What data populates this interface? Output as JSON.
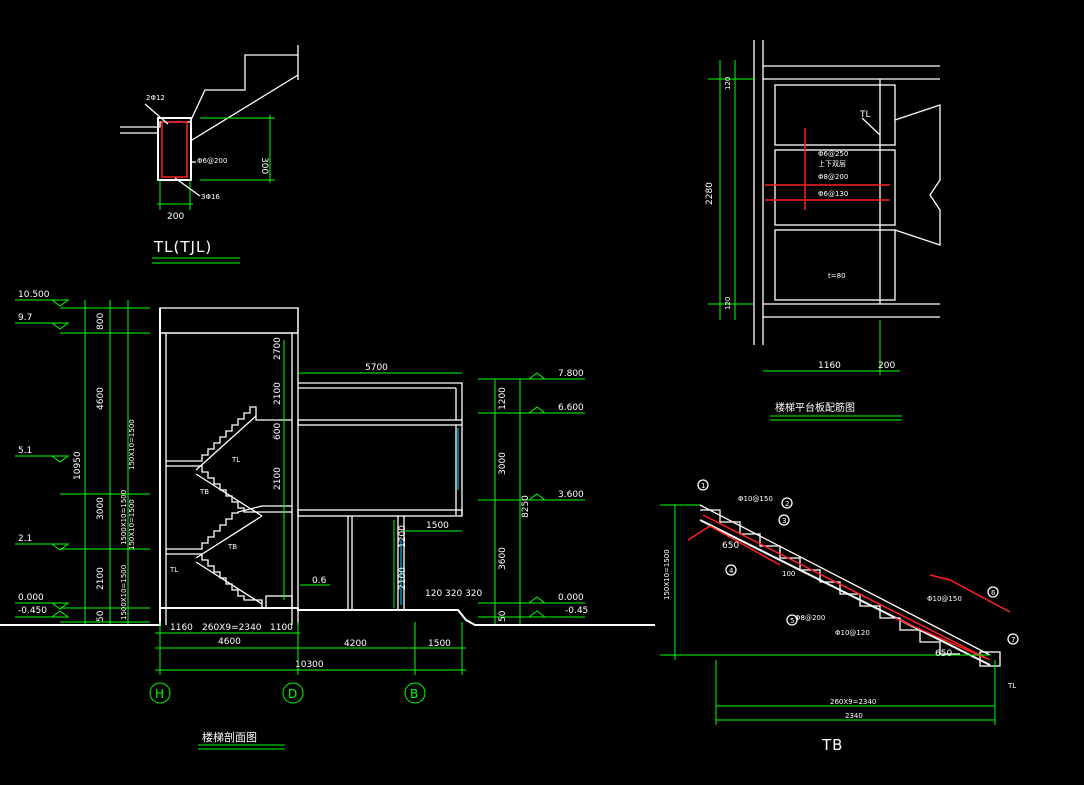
{
  "tl_detail": {
    "title": "TL(TJL)",
    "top_bar": "2Φ12",
    "stirrup": "Φ6@200",
    "bottom_bar": "3Φ16",
    "width": "200",
    "height": "300"
  },
  "section": {
    "title": "楼梯剖面图",
    "left_elevations": [
      "10.500",
      "9.7",
      "5.1",
      "2.1",
      "0.000",
      "-0.450"
    ],
    "right_elevations": [
      "7.800",
      "6.600",
      "3.600",
      "0.000",
      "-0.45"
    ],
    "left_dims": [
      "800",
      "4600",
      "3000",
      "2100",
      "50"
    ],
    "total_left": "10950",
    "right_dims": [
      "1200",
      "3000",
      "3600",
      "50"
    ],
    "total_right": "8250",
    "stair_texts": [
      "1500X10=1500",
      "1500X10=1500",
      "150X10=1500",
      "150X10=1500"
    ],
    "inner_dims": [
      "2700",
      "2100",
      "600",
      "2100"
    ],
    "width_5700": "5700",
    "dim_1500": "1500",
    "dim_1200": "1200",
    "dim_2100": "2100",
    "dim_06": "0.6",
    "bottom_row": [
      "1160",
      "260X9=2340",
      "1100"
    ],
    "bottom_mid": [
      "4600",
      "4200",
      "1500"
    ],
    "total_bottom": "10300",
    "dim_120_320_320": "120 320 320",
    "axes": [
      "H",
      "D",
      "B"
    ],
    "labels": [
      "TL",
      "TB",
      "TB",
      "TL"
    ]
  },
  "platform": {
    "title": "楼梯平台板配筋图",
    "tl_label": "TL",
    "rebar": [
      "Φ6@250",
      "上下双层",
      "Φ8@200",
      "Φ6@130"
    ],
    "thickness": "t=80",
    "dims": [
      "120",
      "2280",
      "120"
    ],
    "bottom": [
      "1160",
      "200"
    ]
  },
  "tb_detail": {
    "title": "TB",
    "rebar_top": "Φ10@150",
    "rebar_mid": "Φ8@200",
    "rebar_low": "Φ10@120",
    "rebar_end": "Φ10@150",
    "len1": "650",
    "len2": "650",
    "dim_100": "100",
    "height_text": "150X10=1500",
    "bottom_dim": "260X9=2340",
    "total": "2340",
    "tl": "TL",
    "markers": [
      "1",
      "2",
      "3",
      "4",
      "5",
      "6",
      "7"
    ]
  },
  "colors": {
    "background": "#000000",
    "lines": "#ffffff",
    "dims": "#00ff00",
    "rebar": "#ff2020",
    "glass": "#00e0ff"
  }
}
